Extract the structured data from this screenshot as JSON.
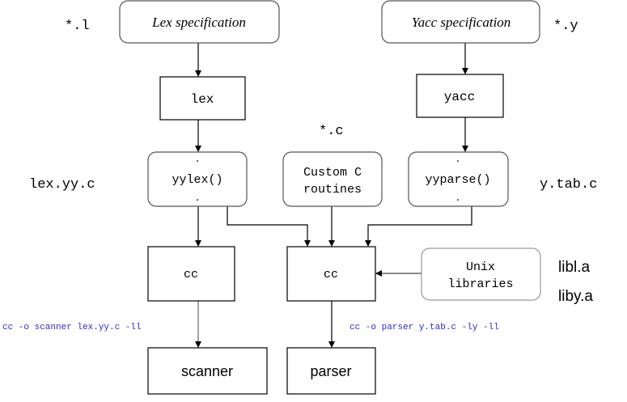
{
  "nodes": {
    "lex_spec": "Lex specification",
    "yacc_spec": "Yacc specification",
    "lex": "lex",
    "yacc": "yacc",
    "yylex": "yylex()",
    "custom_c_1": "Custom C",
    "custom_c_2": "routines",
    "yyparse": "yyparse()",
    "cc_left": "cc",
    "cc_mid": "cc",
    "unix_1": "Unix",
    "unix_2": "libraries",
    "scanner": "scanner",
    "parser": "parser"
  },
  "labels": {
    "lex_ext": "*.l",
    "yacc_ext": "*.y",
    "c_ext": "*.c",
    "lex_out": "lex.yy.c",
    "yacc_out": "y.tab.c",
    "libl": "libl.a",
    "liby": "liby.a",
    "cmd_scanner": "cc -o scanner lex.yy.c -ll",
    "cmd_parser": "cc -o parser y.tab.c -ly -ll"
  },
  "colors": {
    "command_text": "#2a2ad0"
  }
}
